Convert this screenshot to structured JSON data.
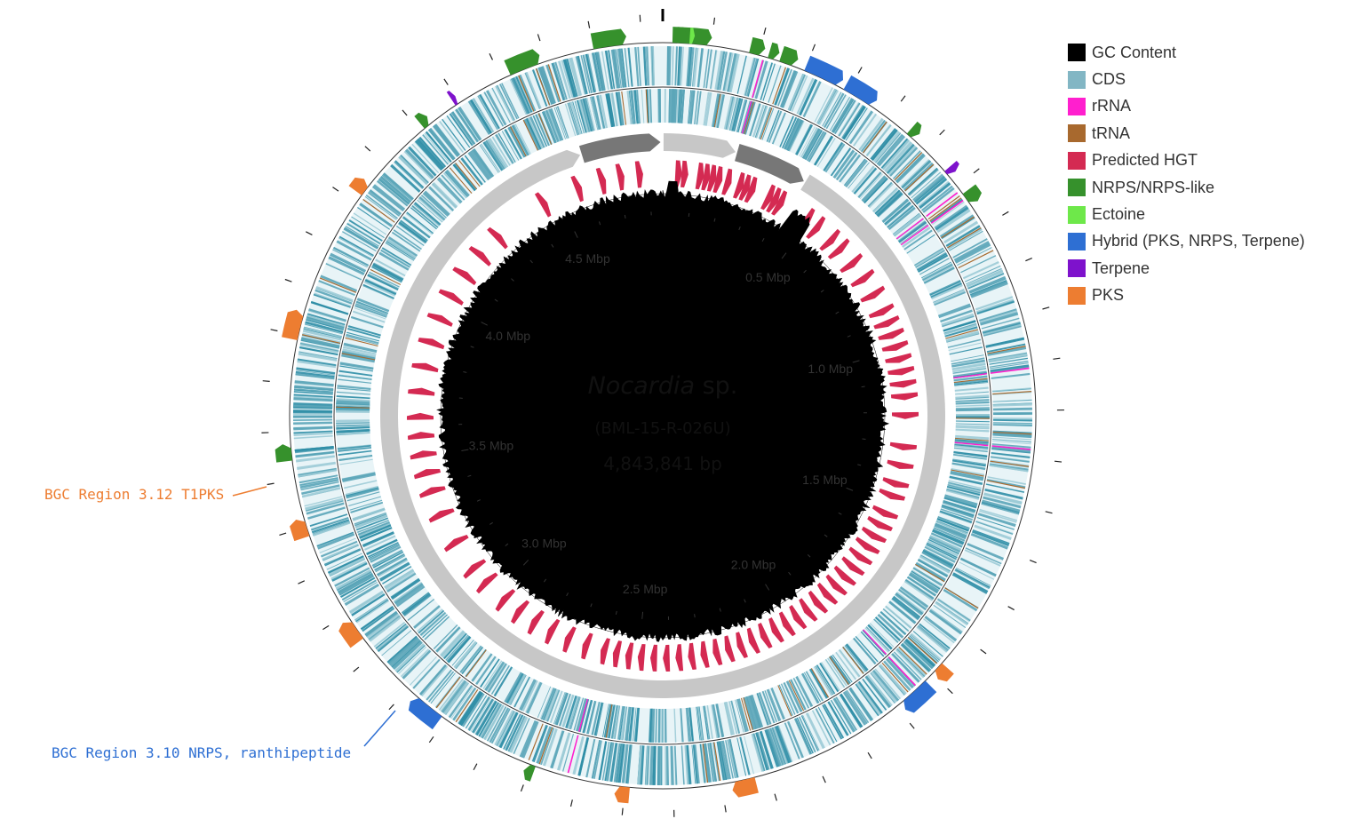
{
  "genome": {
    "organism_italic": "Nocardia",
    "organism_suffix": " sp.",
    "strain": "(BML-15-R-026U)",
    "size_label": "4,843,841 bp",
    "length_bp": 4843841
  },
  "scale_labels": [
    {
      "label": "0.5 Mbp",
      "mbp": 0.5
    },
    {
      "label": "1.0 Mbp",
      "mbp": 1.0
    },
    {
      "label": "1.5 Mbp",
      "mbp": 1.5
    },
    {
      "label": "2.0 Mbp",
      "mbp": 2.0
    },
    {
      "label": "2.5 Mbp",
      "mbp": 2.5
    },
    {
      "label": "3.0 Mbp",
      "mbp": 3.0
    },
    {
      "label": "3.5 Mbp",
      "mbp": 3.5
    },
    {
      "label": "4.0 Mbp",
      "mbp": 4.0
    },
    {
      "label": "4.5 Mbp",
      "mbp": 4.5
    }
  ],
  "legend": [
    {
      "label": "GC Content",
      "color": "#000000"
    },
    {
      "label": "CDS",
      "color": "#82b6c4"
    },
    {
      "label": "rRNA",
      "color": "#ff1fce"
    },
    {
      "label": "tRNA",
      "color": "#a8692e"
    },
    {
      "label": "Predicted HGT",
      "color": "#d42a52"
    },
    {
      "label": "NRPS/NRPS-like",
      "color": "#36912c"
    },
    {
      "label": "Ectoine",
      "color": "#6ee84a"
    },
    {
      "label": "Hybrid (PKS, NRPS, Terpene)",
      "color": "#2e6fd3"
    },
    {
      "label": "Terpene",
      "color": "#7e12cc"
    },
    {
      "label": "PKS",
      "color": "#ed7d31"
    }
  ],
  "callouts": {
    "pks": {
      "label": "BGC Region 3.12 T1PKS",
      "color": "#ed7d31"
    },
    "nrps": {
      "label": "BGC Region 3.10 NRPS, ranthipeptide",
      "color": "#2e6fd3"
    }
  },
  "bgc_regions": [
    {
      "type": "NRPS",
      "start_mbp": 0.02,
      "end_mbp": 0.1
    },
    {
      "type": "NRPS",
      "start_mbp": 0.03,
      "end_mbp": 0.05
    },
    {
      "type": "Ectoine",
      "start_mbp": 0.055,
      "end_mbp": 0.065
    },
    {
      "type": "NRPS",
      "start_mbp": 0.18,
      "end_mbp": 0.21
    },
    {
      "type": "NRPS",
      "start_mbp": 0.22,
      "end_mbp": 0.24
    },
    {
      "type": "NRPS",
      "start_mbp": 0.245,
      "end_mbp": 0.28
    },
    {
      "type": "Hybrid",
      "start_mbp": 0.3,
      "end_mbp": 0.38
    },
    {
      "type": "Hybrid",
      "start_mbp": 0.39,
      "end_mbp": 0.46
    },
    {
      "type": "NRPS",
      "start_mbp": 0.55,
      "end_mbp": 0.57
    },
    {
      "type": "Terpene",
      "start_mbp": 0.66,
      "end_mbp": 0.675
    },
    {
      "type": "NRPS",
      "start_mbp": 0.72,
      "end_mbp": 0.75
    },
    {
      "type": "PKS",
      "start_mbp": 1.77,
      "end_mbp": 1.8
    },
    {
      "type": "Hybrid",
      "start_mbp": 1.82,
      "end_mbp": 1.89
    },
    {
      "type": "PKS",
      "start_mbp": 2.23,
      "end_mbp": 2.28
    },
    {
      "type": "PKS",
      "start_mbp": 2.49,
      "end_mbp": 2.52
    },
    {
      "type": "NRPS",
      "start_mbp": 2.69,
      "end_mbp": 2.71
    },
    {
      "type": "Hybrid",
      "start_mbp": 2.91,
      "end_mbp": 2.98
    },
    {
      "type": "PKS",
      "start_mbp": 3.14,
      "end_mbp": 3.19
    },
    {
      "type": "PKS",
      "start_mbp": 3.38,
      "end_mbp": 3.42
    },
    {
      "type": "NRPS",
      "start_mbp": 3.54,
      "end_mbp": 3.575
    },
    {
      "type": "PKS",
      "start_mbp": 3.79,
      "end_mbp": 3.85
    },
    {
      "type": "PKS",
      "start_mbp": 4.12,
      "end_mbp": 4.15
    },
    {
      "type": "NRPS",
      "start_mbp": 4.31,
      "end_mbp": 4.33
    },
    {
      "type": "Terpene",
      "start_mbp": 4.39,
      "end_mbp": 4.4
    },
    {
      "type": "NRPS",
      "start_mbp": 4.52,
      "end_mbp": 4.59
    },
    {
      "type": "NRPS",
      "start_mbp": 4.7,
      "end_mbp": 4.77
    }
  ],
  "contigs": [
    {
      "start_mbp": 0.0,
      "end_mbp": 0.21,
      "shade": "light"
    },
    {
      "start_mbp": 0.21,
      "end_mbp": 0.42,
      "shade": "dark"
    },
    {
      "start_mbp": 0.42,
      "end_mbp": 4.61,
      "shade": "light"
    },
    {
      "start_mbp": 4.61,
      "end_mbp": 4.84,
      "shade": "dark"
    }
  ]
}
